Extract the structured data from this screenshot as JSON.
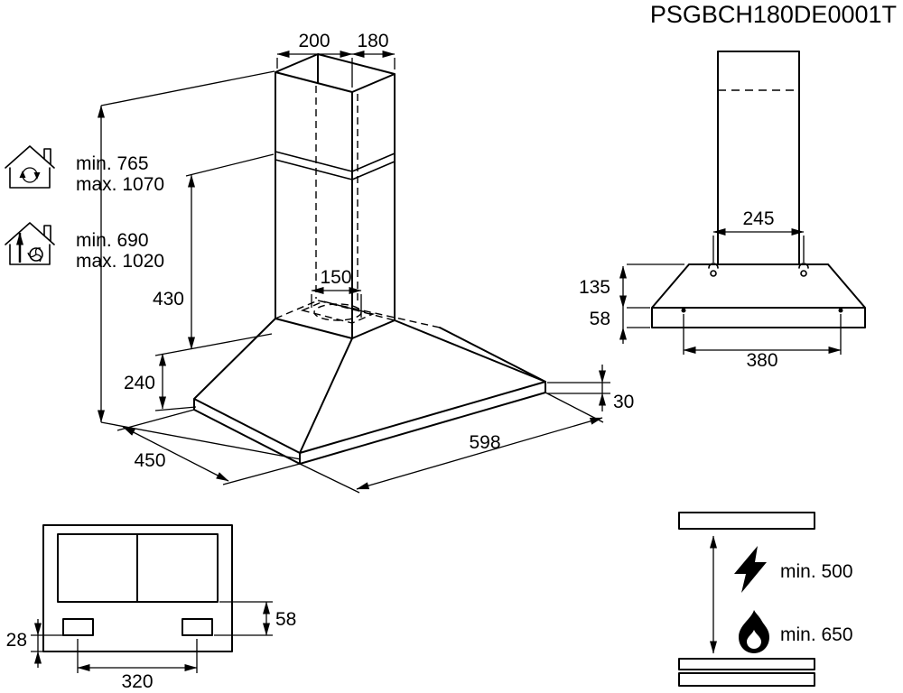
{
  "title": "PSGBCH180DE0001T",
  "perspective_view": {
    "dims": {
      "chimney_width": "200",
      "chimney_depth": "180",
      "lower_chimney_height": "430",
      "duct_outlet": "150",
      "canopy_height": "240",
      "canopy_depth": "450",
      "canopy_width": "598",
      "rim_height": "30"
    },
    "recirculation": {
      "min": "min. 765",
      "max": "max. 1070"
    },
    "extraction": {
      "min": "min. 690",
      "max": "max. 1020"
    }
  },
  "front_view": {
    "dims": {
      "bracket_width": "245",
      "canopy_slant_height": "135",
      "canopy_rim_height": "58",
      "fixing_distance": "380"
    }
  },
  "rear_view": {
    "dims": {
      "slot_offset_bottom": "28",
      "slot_offset": "58",
      "slot_spacing": "320"
    }
  },
  "clearance_view": {
    "electric_hob_min": "min. 500",
    "gas_hob_min": "min. 650"
  }
}
